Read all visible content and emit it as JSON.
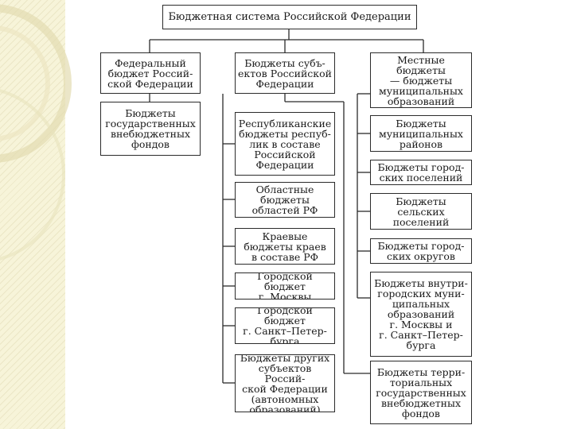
{
  "diagram": {
    "root": "Бюджетная система Российской Федерации",
    "federal": {
      "budget": "Федеральный\nбюджет Россий-\nской Федерации",
      "funds": "Бюджеты\nгосударственных\nвнебюджетных\nфондов"
    },
    "subjects": {
      "header": "Бюджеты субъ-\nектов Российской\nФедерации",
      "items": [
        "Республиканские\nбюджеты респуб-\nлик в составе\nРоссийской\nФедерации",
        "Областные\nбюджеты\nобластей РФ",
        "Краевые\nбюджеты краев\nв составе РФ",
        "Городской бюджет\nг. Москвы",
        "Городской бюджет\nг. Санкт–Петер-\nбурга",
        "Бюджеты других\nсубъектов Россий-\nской Федерации\n(автономных\nобразований)"
      ]
    },
    "local": {
      "header": "Местные бюджеты\n— бюджеты\nмуниципальных\nобразований",
      "items": [
        "Бюджеты\nмуниципальных\nрайонов",
        "Бюджеты город-\nских поселений",
        "Бюджеты\nсельских\nпоселений",
        "Бюджеты город-\nских округов",
        "Бюджеты внутри-\nгородских муни-\nципальных\nобразований\nг. Москвы и\nг. Санкт–Петер-\nбурга"
      ],
      "extra": "Бюджеты терри-\nториальных\nгосударственных\nвнебюджетных\nфондов"
    }
  }
}
